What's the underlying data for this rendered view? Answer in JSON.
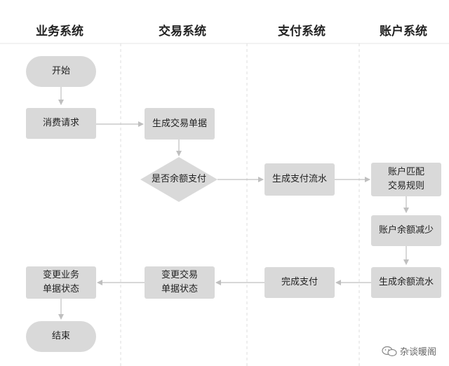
{
  "lanes": [
    "业务系统",
    "交易系统",
    "支付系统",
    "账户系统"
  ],
  "nodes": {
    "start": "开始",
    "consume_request": "消费请求",
    "gen_trade_doc": "生成交易单据",
    "balance_pay_q": "是否余额支付",
    "gen_pay_flow": "生成支付流水",
    "match_rules": "账户匹配\n交易规则",
    "balance_decrease": "账户余额减少",
    "gen_balance_flow": "生成余额流水",
    "complete_pay": "完成支付",
    "change_trade_status": "变更交易\n单据状态",
    "change_biz_status": "变更业务\n单据状态",
    "end": "结束"
  },
  "watermark": "杂谈暖阁",
  "colors": {
    "node_fill": "#d9d9d9",
    "arrow": "#bfbfbf",
    "lane_divider": "#dddddd"
  }
}
